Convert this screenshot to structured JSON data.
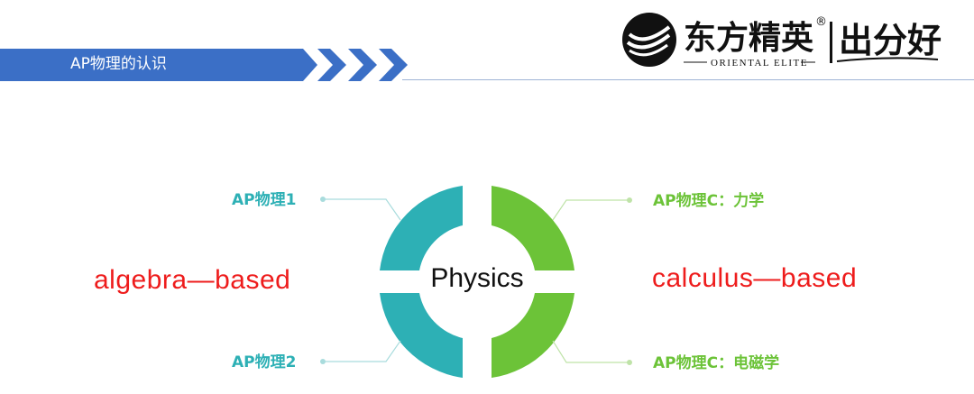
{
  "header": {
    "title": "AP物理的认识",
    "banner_color": "#3b6fc6"
  },
  "logo": {
    "brand_cn": "东方精英",
    "registered": "®",
    "brand_en": "ORIENTAL ELITE",
    "slogan": "出分好"
  },
  "diagram": {
    "center": "Physics",
    "left_color": "#2db0b5",
    "right_color": "#6cc338",
    "top_left": "AP物理1",
    "bottom_left": "AP物理2",
    "top_right": "AP物理C：力学",
    "bottom_right": "AP物理C：电磁学",
    "left_basis": "algebra—based",
    "right_basis": "calculus—based",
    "basis_color": "#ee1c1c"
  }
}
